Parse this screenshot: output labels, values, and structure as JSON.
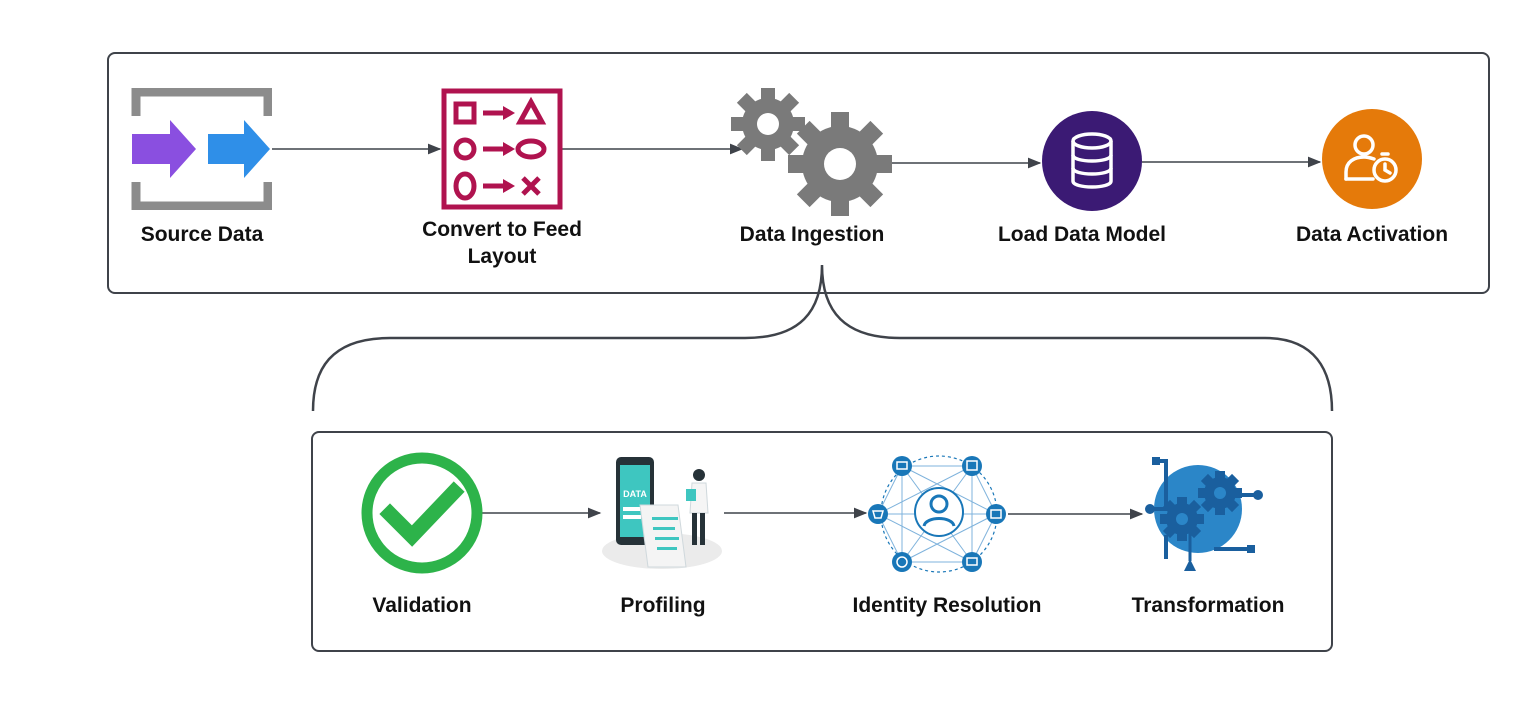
{
  "colors": {
    "frame": "#3f434a",
    "connector": "#3f434a",
    "feed_layout": "#b0134f",
    "gears": "#7a7a7a",
    "data_model": "#3b1a74",
    "activation": "#e57a0a",
    "validation": "#2db34a",
    "source_purple": "#8a4fe0",
    "source_blue": "#2f8fe8",
    "teal": "#3ec6c0",
    "identity_blue": "#1977b8",
    "transform_blue": "#1a5f9e"
  },
  "pipeline": {
    "steps": [
      {
        "id": "source",
        "label": "Source Data",
        "icon": "source-data-icon"
      },
      {
        "id": "feed",
        "label": "Convert to Feed Layout",
        "icon": "feed-layout-icon"
      },
      {
        "id": "ingestion",
        "label": "Data Ingestion",
        "icon": "gears-icon"
      },
      {
        "id": "model",
        "label": "Load Data Model",
        "icon": "database-icon"
      },
      {
        "id": "activation",
        "label": "Data Activation",
        "icon": "user-clock-icon"
      }
    ]
  },
  "ingestion_detail": {
    "steps": [
      {
        "id": "validation",
        "label": "Validation",
        "icon": "check-circle-icon"
      },
      {
        "id": "profiling",
        "label": "Profiling",
        "icon": "profiling-illustration-icon",
        "badge": "DATA"
      },
      {
        "id": "identity",
        "label": "Identity Resolution",
        "icon": "identity-network-icon"
      },
      {
        "id": "transformation",
        "label": "Transformation",
        "icon": "transformation-gears-icon"
      }
    ]
  }
}
